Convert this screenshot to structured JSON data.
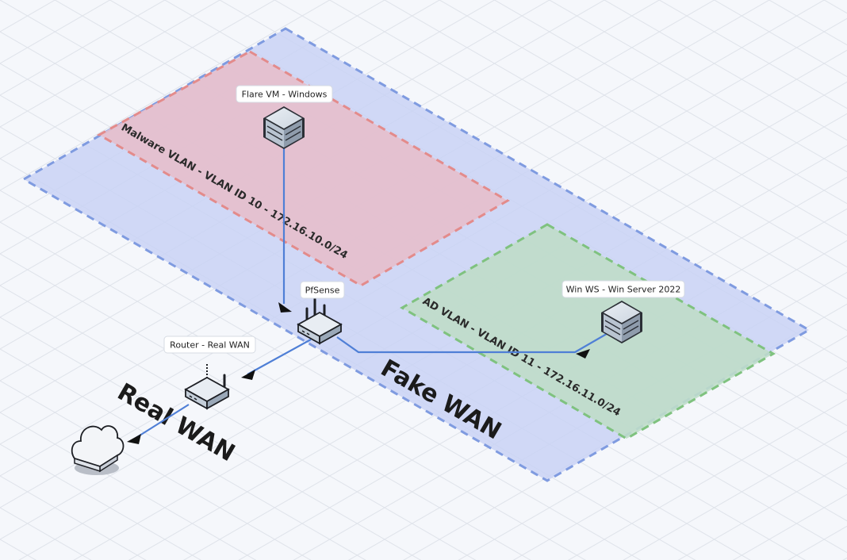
{
  "colors": {
    "background": "#f5f7fb",
    "grid": "#dfe3ea",
    "fake_wan_fill": "#c9d2f5",
    "fake_wan_border": "#7f9be0",
    "malware_fill": "#e6bfcc",
    "malware_border": "#e38b8b",
    "ad_fill": "#bfddc9",
    "ad_border": "#7fc27f",
    "link": "#4f7fd6"
  },
  "zones": {
    "fake_wan": "Fake WAN",
    "malware": "Malware VLAN - VLAN ID 10 - 172.16.10.0/24",
    "ad": "AD VLAN - VLAN ID 11 - 172.16.11.0/24",
    "real_wan": "Real WAN"
  },
  "nodes": {
    "flare": {
      "label": "Flare VM - Windows",
      "icon": "server-icon"
    },
    "pfsense": {
      "label": "PfSense",
      "icon": "router-icon"
    },
    "winws": {
      "label": "Win WS - Win Server 2022",
      "icon": "server-icon"
    },
    "router": {
      "label": "Router - Real WAN",
      "icon": "router-icon"
    },
    "internet": {
      "icon": "cloud-icon"
    }
  }
}
